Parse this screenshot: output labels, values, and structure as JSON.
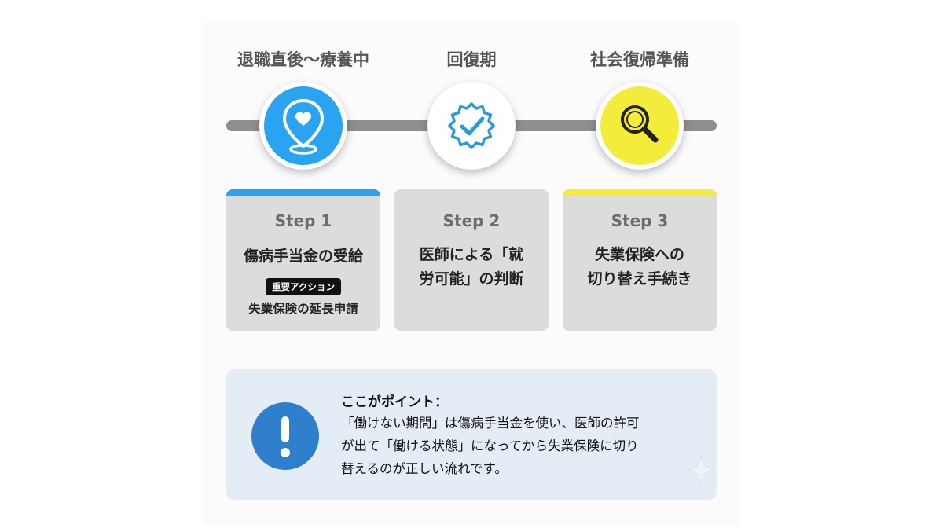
{
  "colors": {
    "step1_accent": "#2aa4f0",
    "step2_accent": "#dcdcdc",
    "step3_accent": "#f3ec3a",
    "timeline": "#8e8e8e",
    "point_icon": "#2f7fcc"
  },
  "phases": [
    {
      "label": "退職直後〜療養中",
      "icon": "location-heart-icon"
    },
    {
      "label": "回復期",
      "icon": "verified-badge-icon"
    },
    {
      "label": "社会復帰準備",
      "icon": "magnifier-icon"
    }
  ],
  "steps": [
    {
      "step": "Step 1",
      "title": "傷病手当金の受給",
      "badge": "重要アクション",
      "sub": "失業保険の延長申請"
    },
    {
      "step": "Step 2",
      "title_lines": [
        "医師による「就",
        "労可能」の判断"
      ]
    },
    {
      "step": "Step 3",
      "title_lines": [
        "失業保険への",
        "切り替え手続き"
      ]
    }
  ],
  "point": {
    "icon": "exclamation-icon",
    "title": "ここがポイント：",
    "lines": [
      "「働けない期間」は傷病手当金を使い、医師の許可",
      "が出て「働ける状態」になってから失業保険に切り",
      "替えるのが正しい流れです。"
    ]
  }
}
